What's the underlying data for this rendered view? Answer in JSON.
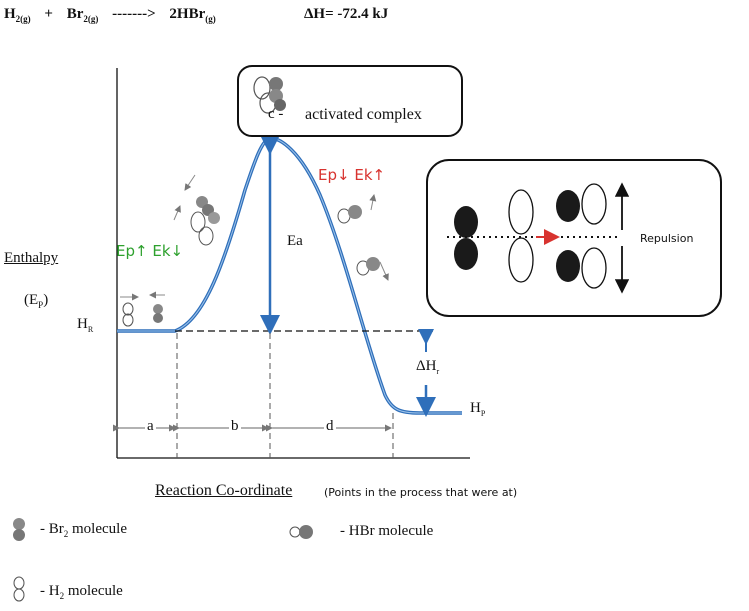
{
  "equation": {
    "h2": "H",
    "h2_sub": "2(g)",
    "plus": "+",
    "br2": "Br",
    "br2_sub": "2(g)",
    "arrow": "------->",
    "product": "2HBr",
    "product_sub": "(g)",
    "delta_h": "ΔH= -72.4 kJ"
  },
  "diagram": {
    "activated_complex_prefix": "c -",
    "activated_complex": "activated complex",
    "ea": "Ea",
    "enthalpy": "Enthalpy",
    "ep": "(E",
    "ep_sub": "P",
    "ep_close": ")",
    "hr": "H",
    "hr_sub": "R",
    "hp": "H",
    "hp_sub": "P",
    "delta_hr": "ΔH",
    "delta_hr_sub": "r",
    "left_energy": "Ep↑ Ek↓",
    "right_energy": "Ep↓ Ek↑",
    "segments": [
      "a",
      "b",
      "d"
    ],
    "x_axis": "Reaction Co-ordinate",
    "x_axis_note": "(Points in the process that were at)",
    "repulsion": "Repulsion"
  },
  "legend": {
    "br2_label": "- Br",
    "br2_sub": "2",
    "br2_suffix": " molecule",
    "hbr_label": "- HBr molecule",
    "h2_label": "- H",
    "h2_sub": "2",
    "h2_suffix": " molecule"
  },
  "colors": {
    "curve": "#2f6fba",
    "green": "#2ea12e",
    "red": "#d8332f"
  }
}
